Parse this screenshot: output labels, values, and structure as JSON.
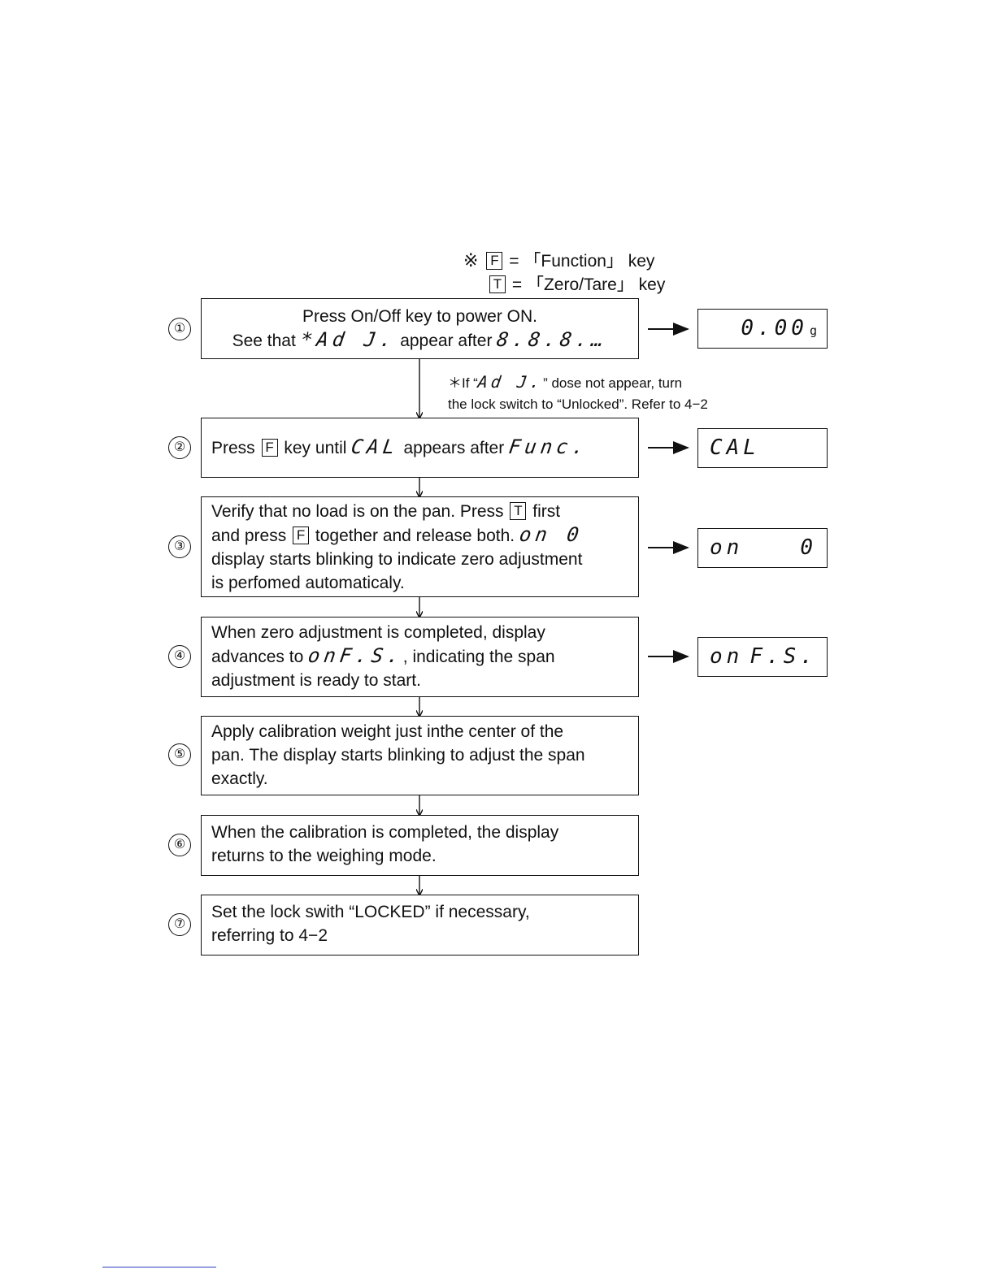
{
  "legend": {
    "mark": "※",
    "f_key": "F",
    "f_text": "= 「Function」 key",
    "t_key": "T",
    "t_text": "= 「Zero/Tare」 key"
  },
  "steps": [
    {
      "num": "①",
      "line1": "Press On/Off key to power ON.",
      "l2a": "See that",
      "seg1": "*Ad J.",
      "l2b": "appear after",
      "seg2": "8.8.8.…"
    },
    {
      "num": "②",
      "a": "Press",
      "key": "F",
      "b": "key until",
      "seg1": "CAL",
      "c": "appears after",
      "seg2": "Func."
    },
    {
      "num": "③",
      "l1a": "Verify that no load is on the pan. Press",
      "l1key": "T",
      "l1b": "first",
      "l2a": "and press",
      "l2key": "F",
      "l2b": "together and release both.",
      "l2seg": "on 0",
      "l3": "display starts blinking to indicate zero adjustment",
      "l4": "is perfomed automaticaly."
    },
    {
      "num": "④",
      "l1": "When zero adjustment is completed, display",
      "l2a": "advances to",
      "l2seg": "onF.S.",
      "l2b": ", indicating the span",
      "l3": "adjustment is ready to start."
    },
    {
      "num": "⑤",
      "l1": "Apply calibration weight just inthe center of the",
      "l2": "pan. The display starts blinking to adjust the span",
      "l3": "exactly."
    },
    {
      "num": "⑥",
      "l1": "When the calibration is completed, the display",
      "l2": "returns to the weighing mode."
    },
    {
      "num": "⑦",
      "l1": "Set the lock swith “LOCKED” if necessary,",
      "l2": "referring to 4−2"
    }
  ],
  "note": {
    "prefix": "＊If “",
    "seg": "Ad J.",
    "suffix": "” dose not appear, turn",
    "line2": "the lock switch to “Unlocked”. Refer to 4−2"
  },
  "displays": [
    {
      "left": "",
      "right": "0.00",
      "unit": "g"
    },
    {
      "left": "CAL",
      "right": "",
      "unit": ""
    },
    {
      "left": "on",
      "right": "0",
      "unit": ""
    },
    {
      "left": "on",
      "right": "F.S.",
      "unit": ""
    }
  ]
}
